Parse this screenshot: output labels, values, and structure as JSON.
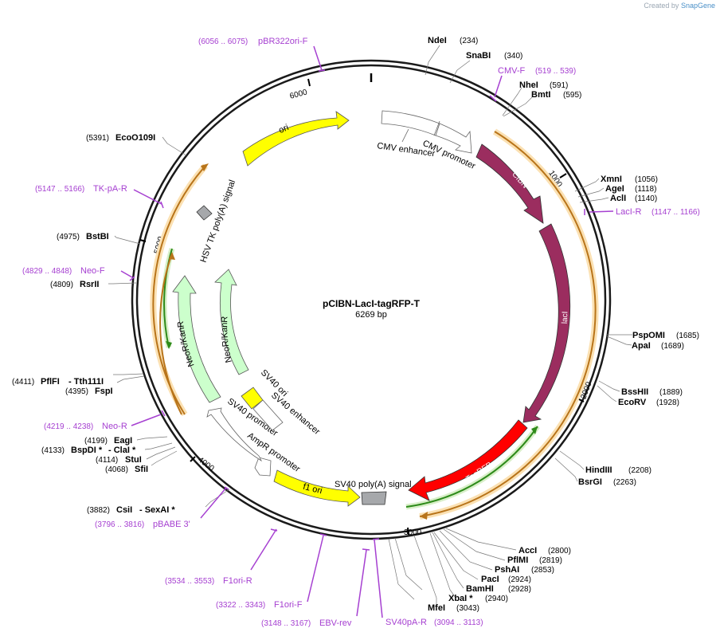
{
  "credit": {
    "prefix": "Created by",
    "brand": "SnapGene"
  },
  "plasmid": {
    "name": "pCIBN-LacI-tagRFP-T",
    "length": "6269 bp"
  },
  "ruler_ticks": [
    "1000",
    "2000",
    "3000",
    "4000",
    "5000",
    "6000"
  ],
  "features": {
    "ori": "ori",
    "cmv_enhancer": "CMV enhancer",
    "cmv_promoter": "CMV promoter",
    "cibn": "CIBN",
    "laci": "lacI",
    "tagrfp": "TagRFP",
    "sv40_polya": "SV40 poly(A) signal",
    "f1_ori": "f1 ori",
    "ampr_promoter": "AmpR promoter",
    "sv40_promoter": "SV40 promoter",
    "sv40_ori": "SV40 ori",
    "sv40_enhancer": "SV40 enhancer",
    "neor_inner": "NeoR/KanR",
    "neor_outer": "NeoR/KanR",
    "hsv_tk_polya": "HSV TK poly(A) signal"
  },
  "enzymes": {
    "ndei": {
      "name": "NdeI",
      "pos": "(234)"
    },
    "snabi": {
      "name": "SnaBI",
      "pos": "(340)"
    },
    "nhei": {
      "name": "NheI",
      "pos": "(591)"
    },
    "bmti": {
      "name": "BmtI",
      "pos": "(595)"
    },
    "xmni": {
      "name": "XmnI",
      "pos": "(1056)"
    },
    "agei": {
      "name": "AgeI",
      "pos": "(1118)"
    },
    "acli": {
      "name": "AclI",
      "pos": "(1140)"
    },
    "pspomi": {
      "name": "PspOMI",
      "pos": "(1685)"
    },
    "apai": {
      "name": "ApaI",
      "pos": "(1689)"
    },
    "bsshii": {
      "name": "BssHII",
      "pos": "(1889)"
    },
    "ecorv": {
      "name": "EcoRV",
      "pos": "(1928)"
    },
    "hindiii": {
      "name": "HindIII",
      "pos": "(2208)"
    },
    "bsrgi": {
      "name": "BsrGI",
      "pos": "(2263)"
    },
    "acci": {
      "name": "AccI",
      "pos": "(2800)"
    },
    "pflmi": {
      "name": "PflMI",
      "pos": "(2819)"
    },
    "pshai": {
      "name": "PshAI",
      "pos": "(2853)"
    },
    "paci": {
      "name": "PacI",
      "pos": "(2924)"
    },
    "bamhi": {
      "name": "BamHI",
      "pos": "(2928)"
    },
    "xbai": {
      "name": "XbaI *",
      "pos": "(2940)"
    },
    "mfei": {
      "name": "MfeI",
      "pos": "(3043)"
    },
    "csii": {
      "name": "CsiI",
      "pos": "(3882)"
    },
    "sexai": {
      "name": "- SexAI *"
    },
    "sfii": {
      "name": "SfiI",
      "pos": "(4068)"
    },
    "stui": {
      "name": "StuI",
      "pos": "(4114)"
    },
    "bspdi": {
      "name": "BspDI *",
      "pos": "(4133)"
    },
    "clai": {
      "name": "- ClaI *"
    },
    "eagi": {
      "name": "EagI",
      "pos": "(4199)"
    },
    "fspi": {
      "name": "FspI",
      "pos": "(4395)"
    },
    "pflfi": {
      "name": "PflFI",
      "pos": "(4411)"
    },
    "tth111i": {
      "name": "- Tth111I"
    },
    "rsrii": {
      "name": "RsrII",
      "pos": "(4809)"
    },
    "bstbi": {
      "name": "BstBI",
      "pos": "(4975)"
    },
    "ecoo109i": {
      "name": "EcoO109I",
      "pos": "(5391)"
    }
  },
  "primers": {
    "pbr322ori": {
      "name": "pBR322ori-F",
      "pos": "(6056 .. 6075)"
    },
    "cmvf": {
      "name": "CMV-F",
      "pos": "(519 .. 539)"
    },
    "lacir": {
      "name": "LacI-R",
      "pos": "(1147 .. 1166)"
    },
    "tkpar": {
      "name": "TK-pA-R",
      "pos": "(5147 .. 5166)"
    },
    "neof": {
      "name": "Neo-F",
      "pos": "(4829 .. 4848)"
    },
    "neor": {
      "name": "Neo-R",
      "pos": "(4219 .. 4238)"
    },
    "pbabe3": {
      "name": "pBABE 3'",
      "pos": "(3796 .. 3816)"
    },
    "f1orir": {
      "name": "F1ori-R",
      "pos": "(3534 .. 3553)"
    },
    "f1orif": {
      "name": "F1ori-F",
      "pos": "(3322 .. 3343)"
    },
    "ebvrev": {
      "name": "EBV-rev",
      "pos": "(3148 .. 3167)"
    },
    "sv40par": {
      "name": "SV40pA-R",
      "pos": "(3094 .. 3113)"
    }
  },
  "colors": {
    "backbone": "#1a1a1a",
    "ori": "#ffff00",
    "cibn_laci": "#9b2d5f",
    "tagrfp": "#ff0000",
    "neor": "#ccffcc",
    "polya": "#a6a8ab",
    "primer": "#a640d1",
    "orf_orange": "#b8741a",
    "orf_green": "#2e8b1a"
  }
}
